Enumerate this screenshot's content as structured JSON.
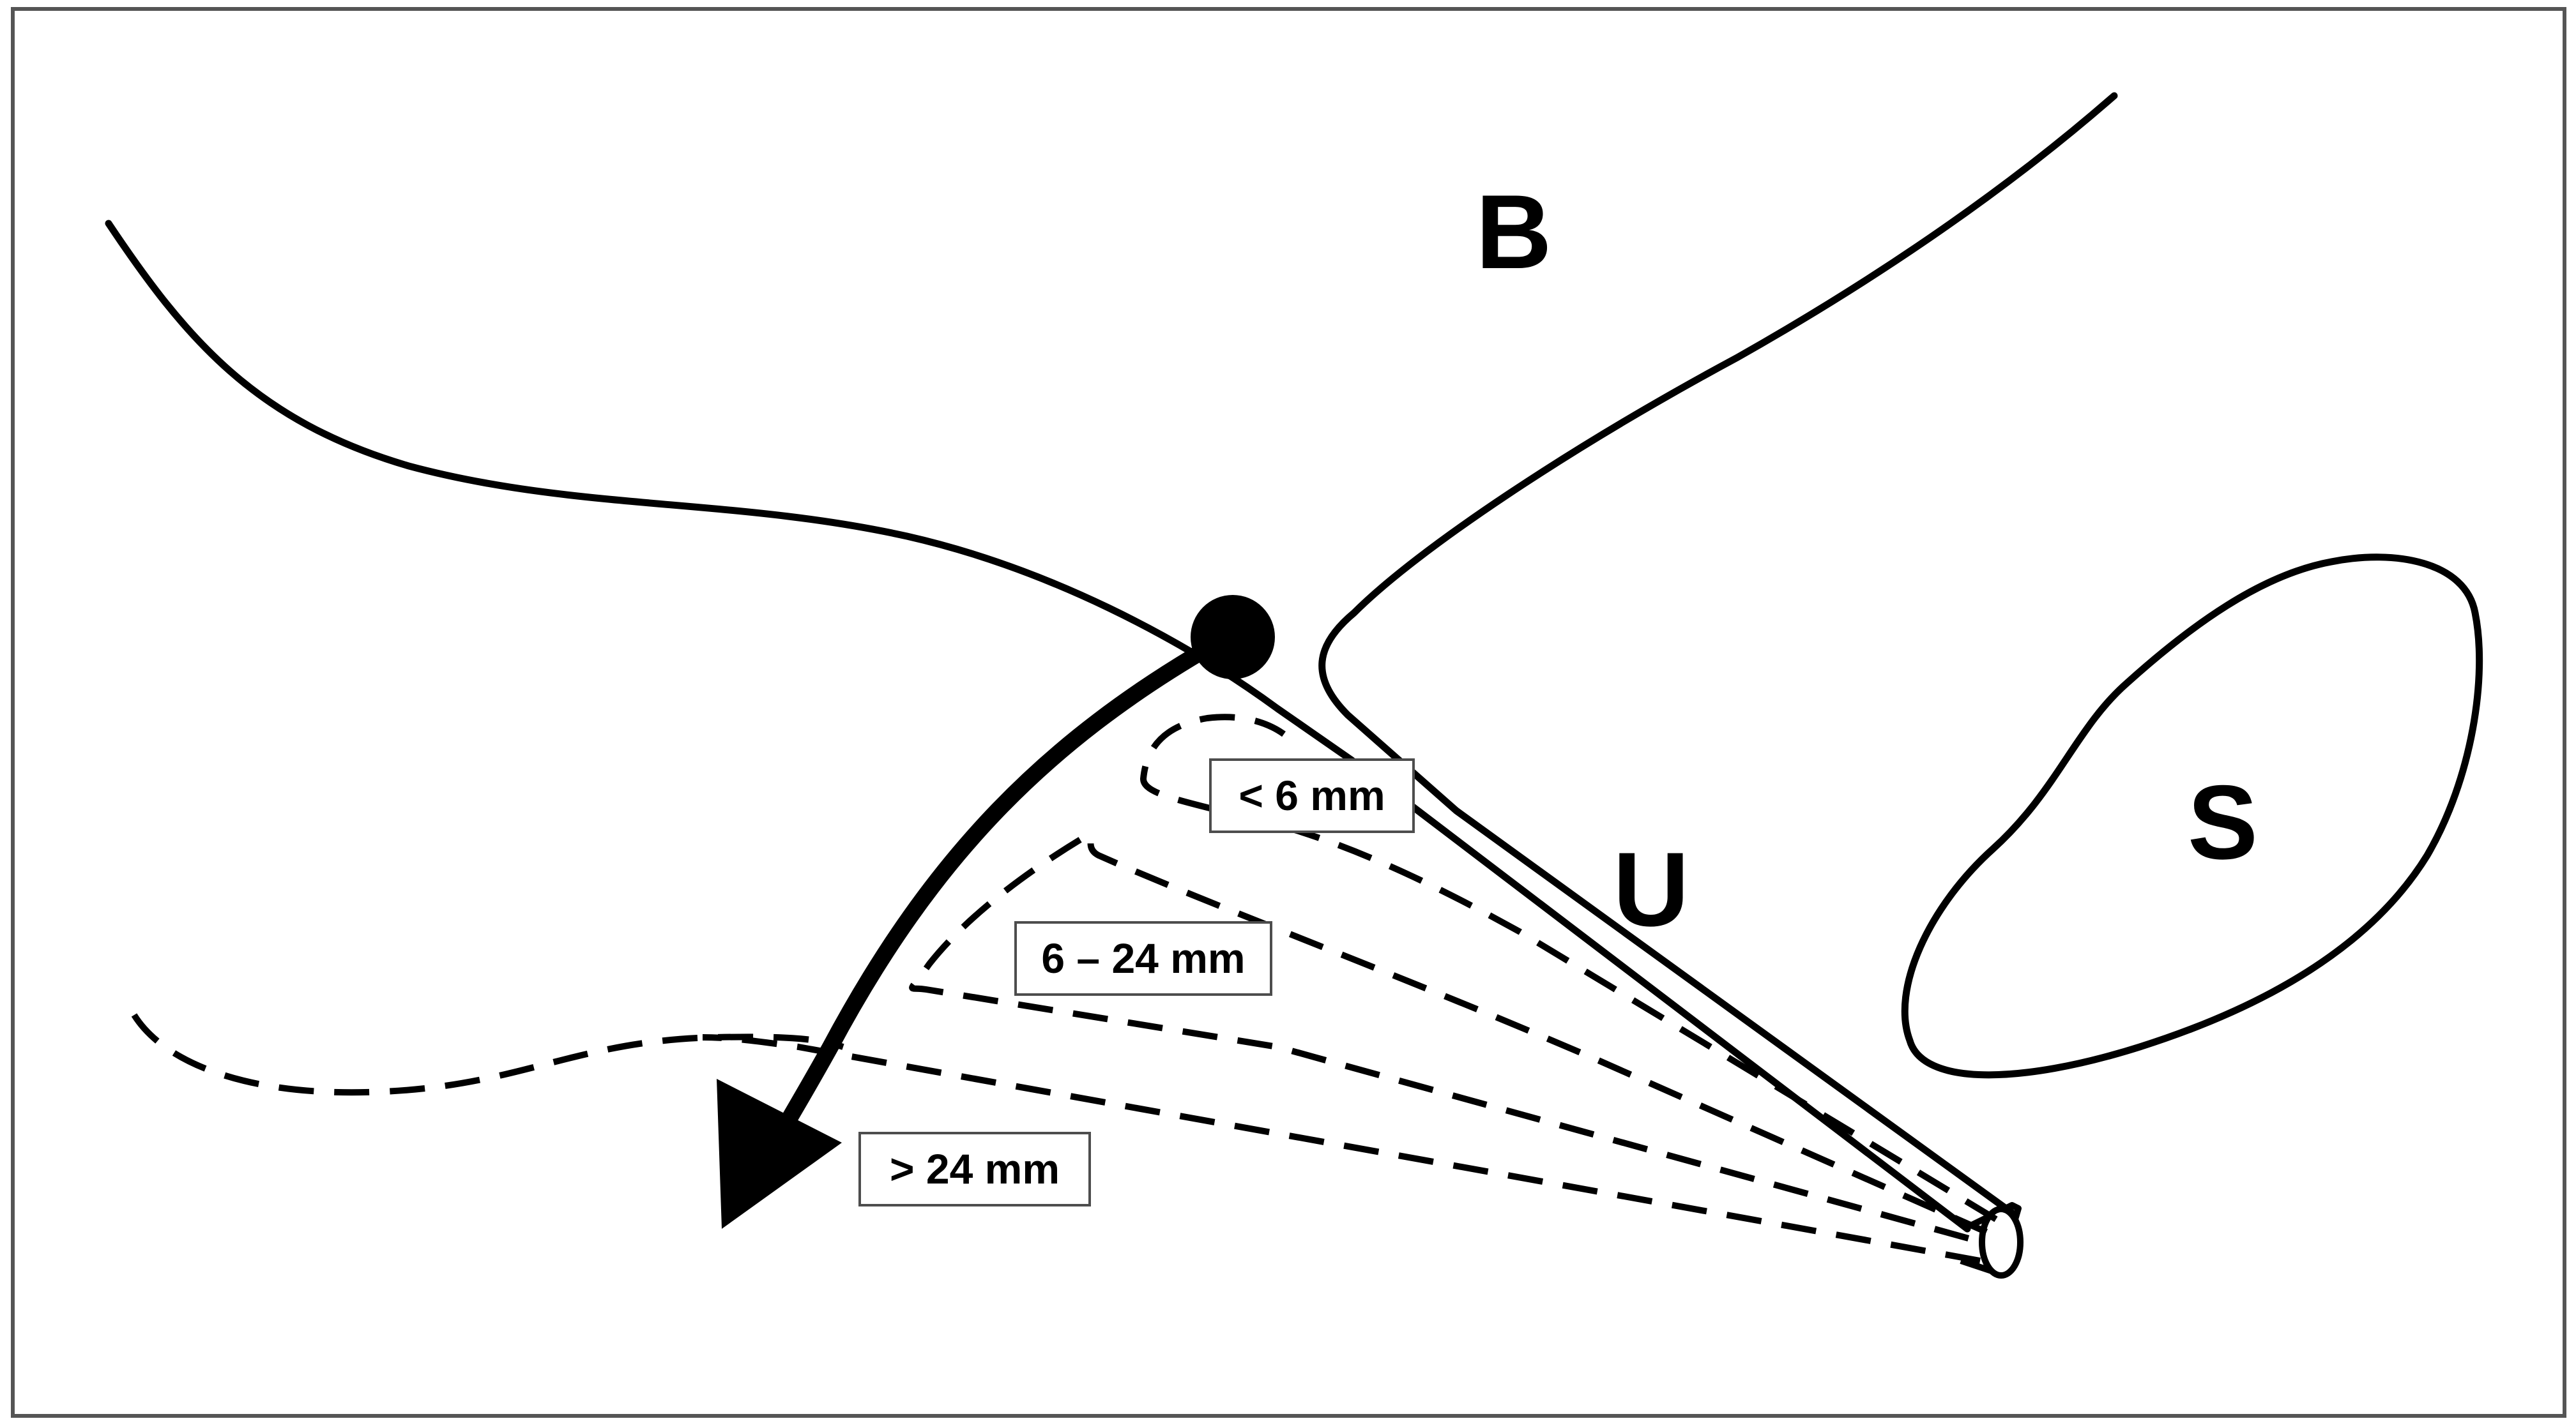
{
  "diagram": {
    "region_labels": {
      "b": "B",
      "u": "U",
      "s": "S"
    },
    "distance_labels": {
      "near": "< 6 mm",
      "middle": "6 – 24 mm",
      "far": "> 24 mm"
    },
    "colors": {
      "line": "#000000",
      "box_fill": "#ffffff",
      "box_border": "#4d4d4d",
      "frame": "#555555"
    }
  }
}
